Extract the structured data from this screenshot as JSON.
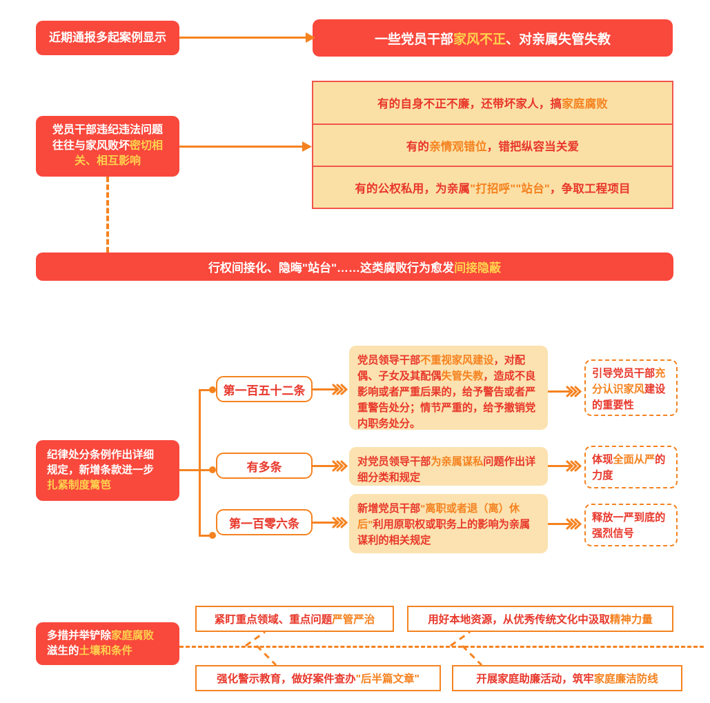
{
  "section1": {
    "source_label": "近期通报多起案例显示",
    "headline": {
      "pre": "一些党员干部",
      "hl": "家风不正",
      "post": "、对亲属失管失教"
    }
  },
  "section2": {
    "left_box": {
      "line1": "党员干部违纪违法问题",
      "line2_pre": "往往与家风败坏",
      "line2_hl": "密切相",
      "line3_hl": "关、相互影响"
    },
    "table_rows": [
      {
        "pre": "有的自身不正不廉，还带坏家人，搞",
        "hl": "家庭腐败",
        "post": ""
      },
      {
        "pre": "有的",
        "hl": "亲情观错位",
        "post": "，错把纵容当关爱"
      },
      {
        "pre": "有的公权私用，为亲属",
        "hl": "\"打招呼\"\"站台\"",
        "post": "，争取工程项目"
      }
    ],
    "banner": {
      "pre": "行权间接化、隐晦\"站台\"……这类腐败行为愈发",
      "hl": "间接隐蔽"
    }
  },
  "section3": {
    "left_box": {
      "line1": "纪律处分条例作出详细",
      "line2": "规定，新增条款进一步",
      "line3_hl": "扎紧制度篱笆"
    },
    "branches": [
      {
        "pill": "第一百五十二条",
        "content": [
          {
            "t": "党员领导干部",
            "hl": false
          },
          {
            "t": "不重视家风建设",
            "hl": true
          },
          {
            "t": "，对配偶、子女及其配偶",
            "hl": false
          },
          {
            "t": "失管失教",
            "hl": true
          },
          {
            "t": "，造成不良影响或者严重后果的，给予警告或者严重警告处分；情节严重的，给予撤销党内职务处分。",
            "hl": false
          }
        ],
        "outcome": [
          {
            "t": "引导党员干部",
            "hl": false
          },
          {
            "t": "充分认识家风",
            "hl": true
          },
          {
            "t": "建设的重要性",
            "hl": false
          }
        ]
      },
      {
        "pill": "有多条",
        "content": [
          {
            "t": "对党员领导干部",
            "hl": false
          },
          {
            "t": "为亲属谋私",
            "hl": true
          },
          {
            "t": "问题作出详细分类和规定",
            "hl": false
          }
        ],
        "outcome": [
          {
            "t": "体现",
            "hl": false
          },
          {
            "t": "全面从严",
            "hl": true
          },
          {
            "t": "的力度",
            "hl": false
          }
        ]
      },
      {
        "pill": "第一百零六条",
        "content": [
          {
            "t": "新增党员干部",
            "hl": false
          },
          {
            "t": "\"离职或者退（离）休后\"",
            "hl": true
          },
          {
            "t": "利用原职权或职务上的影响为亲属谋利的相关规定",
            "hl": false
          }
        ],
        "outcome": [
          {
            "t": "释放一严到底",
            "hl": false
          },
          {
            "t": "的强烈信号",
            "hl": false
          }
        ]
      }
    ]
  },
  "section4": {
    "left_box": {
      "line1_pre": "多措并举铲除",
      "line1_hl": "家庭腐败",
      "line2_pre": "滋生的",
      "line2_hl": "土壤和条件"
    },
    "measures": [
      {
        "pre": "紧盯重点领域、重点问题",
        "hl": "严管严治",
        "post": ""
      },
      {
        "pre": "用好本地资源，从优秀传统文化中汲取",
        "hl": "精神力量",
        "post": ""
      },
      {
        "pre": "强化警示教育，做好案件查办",
        "hl": "\"后半篇文章\"",
        "post": ""
      },
      {
        "pre": "开展家庭助廉活动，筑牢",
        "hl": "家庭廉洁防线",
        "post": ""
      }
    ]
  },
  "colors": {
    "red": "#F9483C",
    "orange": "#F5821F",
    "deep_red": "#E8372A",
    "cream": "#FBE0A6",
    "yellow": "#FFD24D"
  }
}
